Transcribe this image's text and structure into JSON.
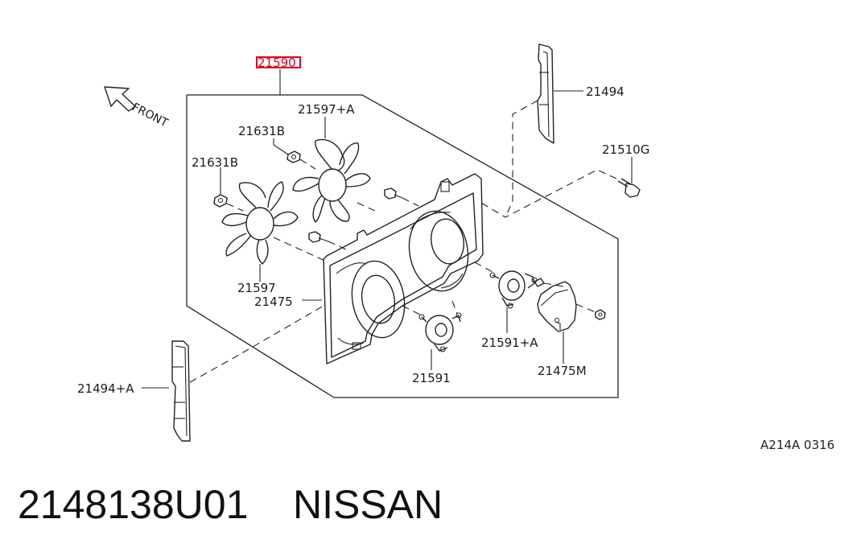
{
  "diagram": {
    "front_label": "FRONT",
    "callouts": {
      "assembly": "21590",
      "deflector_upper": "21494",
      "bolt": "21510G",
      "fan_upper": "21597+A",
      "nut_upper": "21631B",
      "nut_lower": "21631B",
      "fan_lower": "21597",
      "shroud": "21475",
      "motor_upper": "21591+A",
      "motor_lower": "21591",
      "cover": "21475M",
      "deflector_lower": "21494+A"
    },
    "highlight_color": "#e0001b",
    "reference_code": "A214A 0316"
  },
  "caption": {
    "part_number": "2148138U01",
    "brand": "NISSAN"
  }
}
